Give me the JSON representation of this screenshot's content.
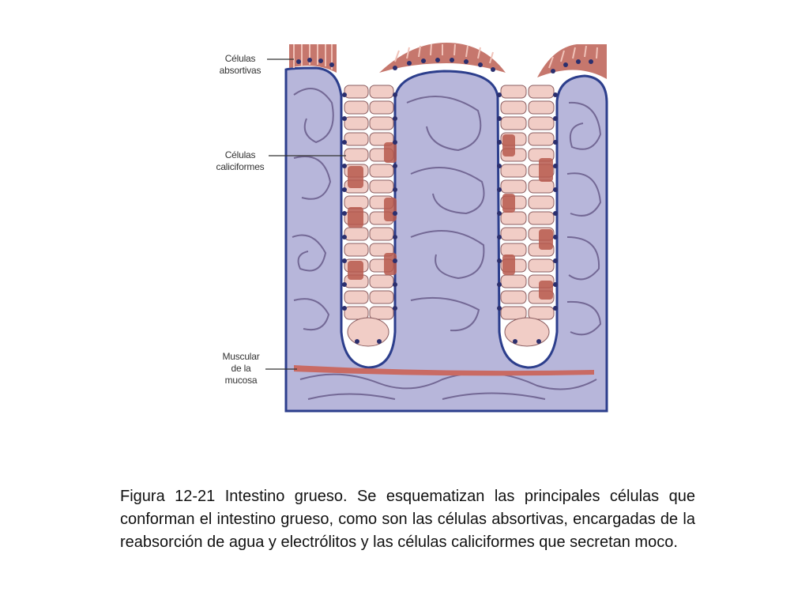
{
  "labels": {
    "absorptive": {
      "line1": "Células",
      "line2": "absortivas"
    },
    "goblet": {
      "line1": "Células",
      "line2": "caliciformes"
    },
    "muscularis": {
      "line1": "Muscular",
      "line2": "de la",
      "line3": "mucosa"
    }
  },
  "caption": "Figura 12-21 Intestino grueso. Se esquematizan las principales células que conforman el intestino grueso, como son las células absortivas, encargadas de la reabsorción de agua y electrólitos y las células caliciformes que secretan moco.",
  "colors": {
    "lamina_fill": "#b7b6da",
    "outline": "#2c3e8c",
    "epithelium": "#f1cdc6",
    "goblet_red": "#b85a4e",
    "nucleus": "#2b2f6e",
    "muscle": "#c96a63",
    "swirl": "#5d4f7e"
  }
}
